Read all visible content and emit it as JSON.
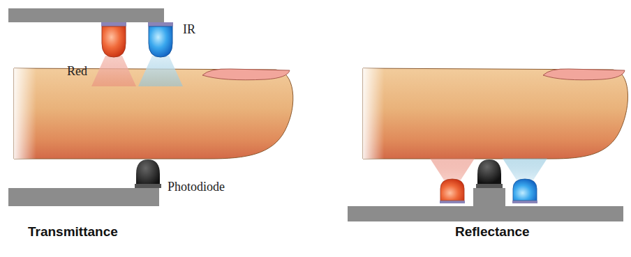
{
  "diagram": {
    "labels": [
      "Red",
      "IR",
      "Photodiode",
      "Transmittance",
      "Reflectance"
    ]
  }
}
